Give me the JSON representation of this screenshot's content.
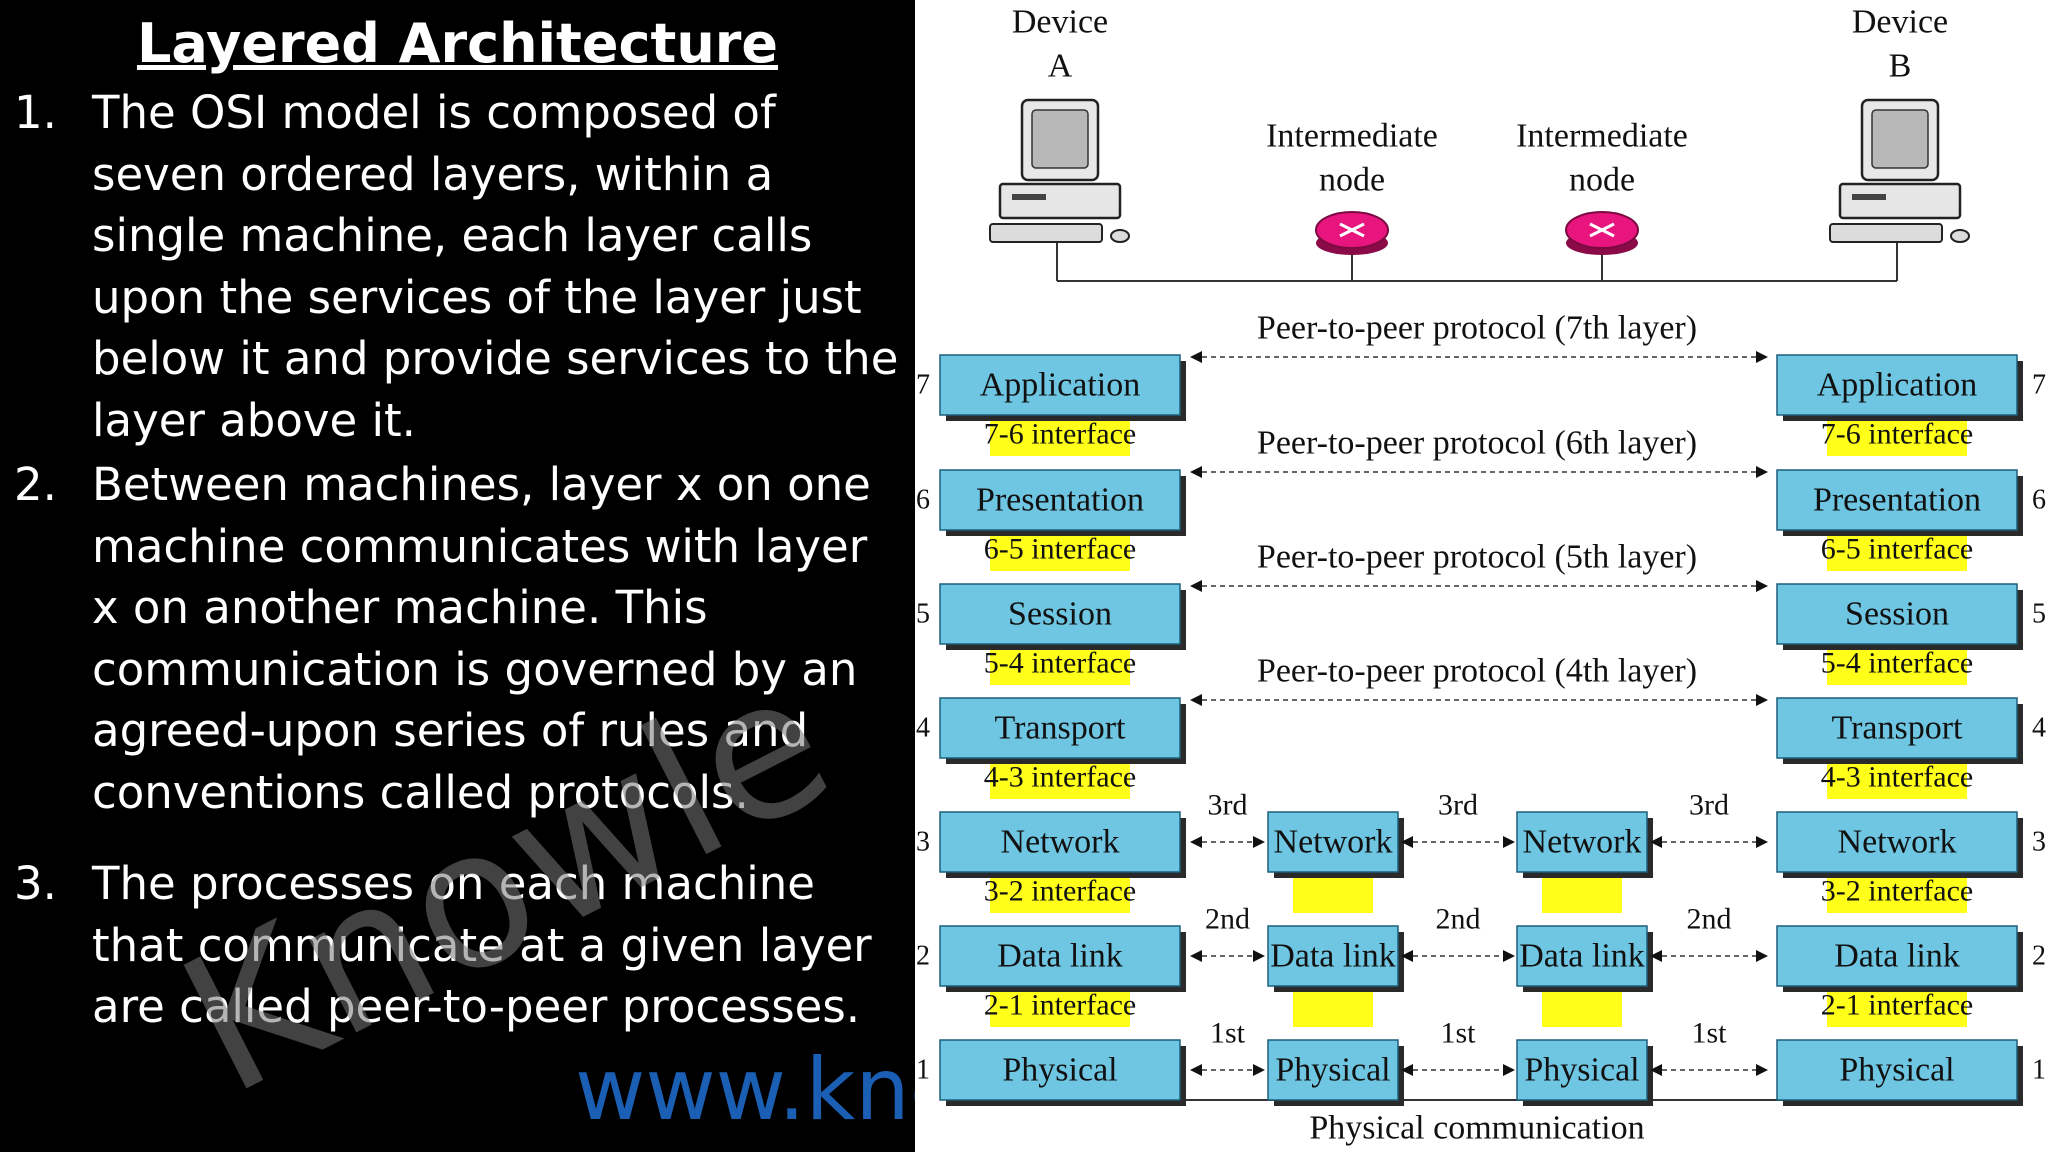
{
  "slide": {
    "title": "Layered Architecture",
    "points": [
      {
        "num": "1.",
        "text": "The OSI model is composed of seven ordered layers, within a single machine, each layer calls upon the services of the layer just below it and provide services to the layer above it."
      },
      {
        "num": "2.",
        "text": "Between machines, layer x on one machine communicates with layer x on another machine. This communication is governed by an agreed-upon series of rules and conventions called protocols."
      },
      {
        "num": "3.",
        "text": "The processes on each machine that communicate at a given layer are called peer-to-peer processes."
      }
    ],
    "watermark": "Knowle",
    "url": "www.knc"
  },
  "diagram": {
    "device_a": {
      "line1": "Device",
      "line2": "A"
    },
    "device_b": {
      "line1": "Device",
      "line2": "B"
    },
    "intermediate_label": {
      "line1": "Intermediate",
      "line2": "node"
    },
    "layers": [
      "Application",
      "Presentation",
      "Session",
      "Transport",
      "Network",
      "Data link",
      "Physical"
    ],
    "layer_numbers": [
      "7",
      "6",
      "5",
      "4",
      "3",
      "2",
      "1"
    ],
    "interfaces": [
      "7-6 interface",
      "6-5 interface",
      "5-4 interface",
      "4-3 interface",
      "3-2 interface",
      "2-1 interface"
    ],
    "peer_protocols": [
      "Peer-to-peer protocol (7th layer)",
      "Peer-to-peer protocol (6th layer)",
      "Peer-to-peer protocol (5th layer)",
      "Peer-to-peer protocol (4th layer)"
    ],
    "hop_labels": [
      "3rd",
      "2nd",
      "1st"
    ],
    "bottom_label": "Physical communication",
    "colors": {
      "layer_box": "#6ec6e3",
      "interface_box": "#ffff1a",
      "node": "#e8157e",
      "shadow": "#2a2a2a"
    }
  }
}
